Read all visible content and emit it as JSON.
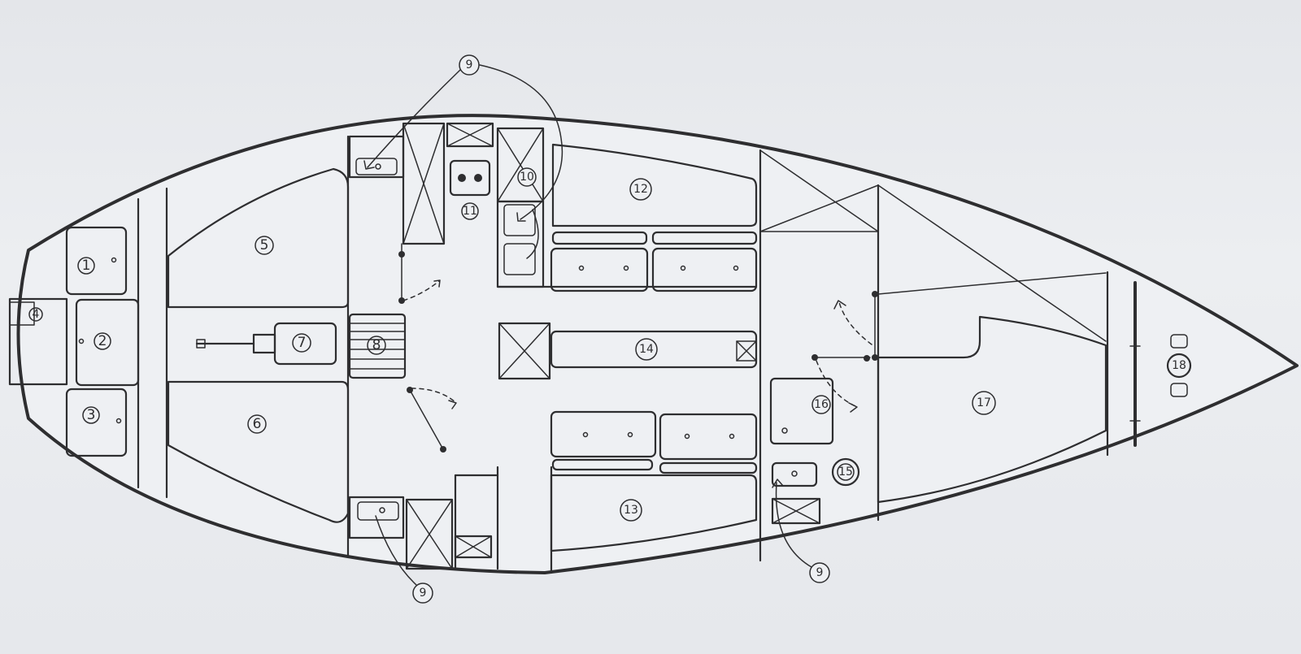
{
  "diagram": {
    "labels": {
      "l1": "1",
      "l2": "2",
      "l3": "3",
      "l4": "4",
      "l5": "5",
      "l6": "6",
      "l7": "7",
      "l8": "8",
      "l9a": "9",
      "l9b": "9",
      "l9c": "9",
      "l10": "10",
      "l11": "11",
      "l12": "12",
      "l13": "13",
      "l14": "14",
      "l15": "15",
      "l16": "16",
      "l17": "17",
      "l18": "18"
    }
  }
}
